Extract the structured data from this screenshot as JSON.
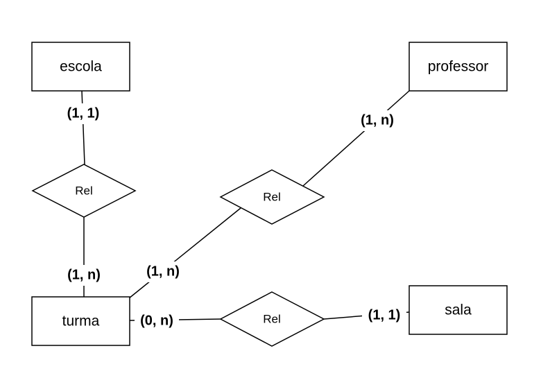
{
  "entities": {
    "escola": "escola",
    "professor": "professor",
    "turma": "turma",
    "sala": "sala"
  },
  "relationships": {
    "escola_turma": "Rel",
    "professor_turma": "Rel",
    "turma_sala": "Rel"
  },
  "cardinalities": {
    "escola_side": "(1, 1)",
    "turma_escola_side": "(1, n)",
    "professor_side": "(1, n)",
    "turma_professor_side": "(1, n)",
    "turma_sala_side": "(0, n)",
    "sala_side": "(1, 1)"
  }
}
